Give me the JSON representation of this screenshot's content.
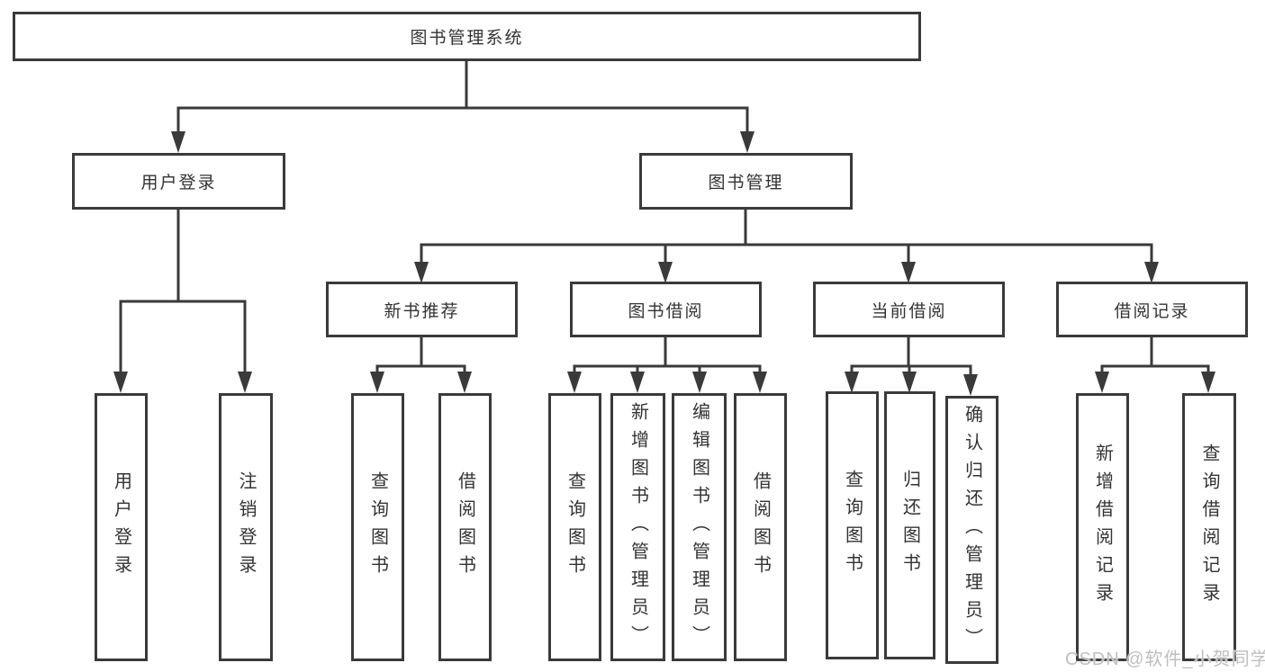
{
  "colors": {
    "line": "#3a3a3a",
    "text": "#333333",
    "box_background": "#ffffff",
    "watermark": "#bfbfbf"
  },
  "watermark": {
    "text": "CSDN @软件_小贺同学"
  },
  "tree": {
    "label": "图书管理系统",
    "children": [
      {
        "label": "用户登录",
        "children": [
          {
            "label": "用户登录"
          },
          {
            "label": "注销登录"
          }
        ]
      },
      {
        "label": "图书管理",
        "children": [
          {
            "label": "新书推荐",
            "children": [
              {
                "label": "查询图书"
              },
              {
                "label": "借阅图书"
              }
            ]
          },
          {
            "label": "图书借阅",
            "children": [
              {
                "label": "查询图书"
              },
              {
                "label": "新增图书（管理员）"
              },
              {
                "label": "编辑图书（管理员）"
              },
              {
                "label": "借阅图书"
              }
            ]
          },
          {
            "label": "当前借阅",
            "children": [
              {
                "label": "查询图书"
              },
              {
                "label": "归还图书"
              },
              {
                "label": "确认归还（管理员）"
              }
            ]
          },
          {
            "label": "借阅记录",
            "children": [
              {
                "label": "新增借阅记录"
              },
              {
                "label": "查询借阅记录"
              }
            ]
          }
        ]
      }
    ]
  }
}
